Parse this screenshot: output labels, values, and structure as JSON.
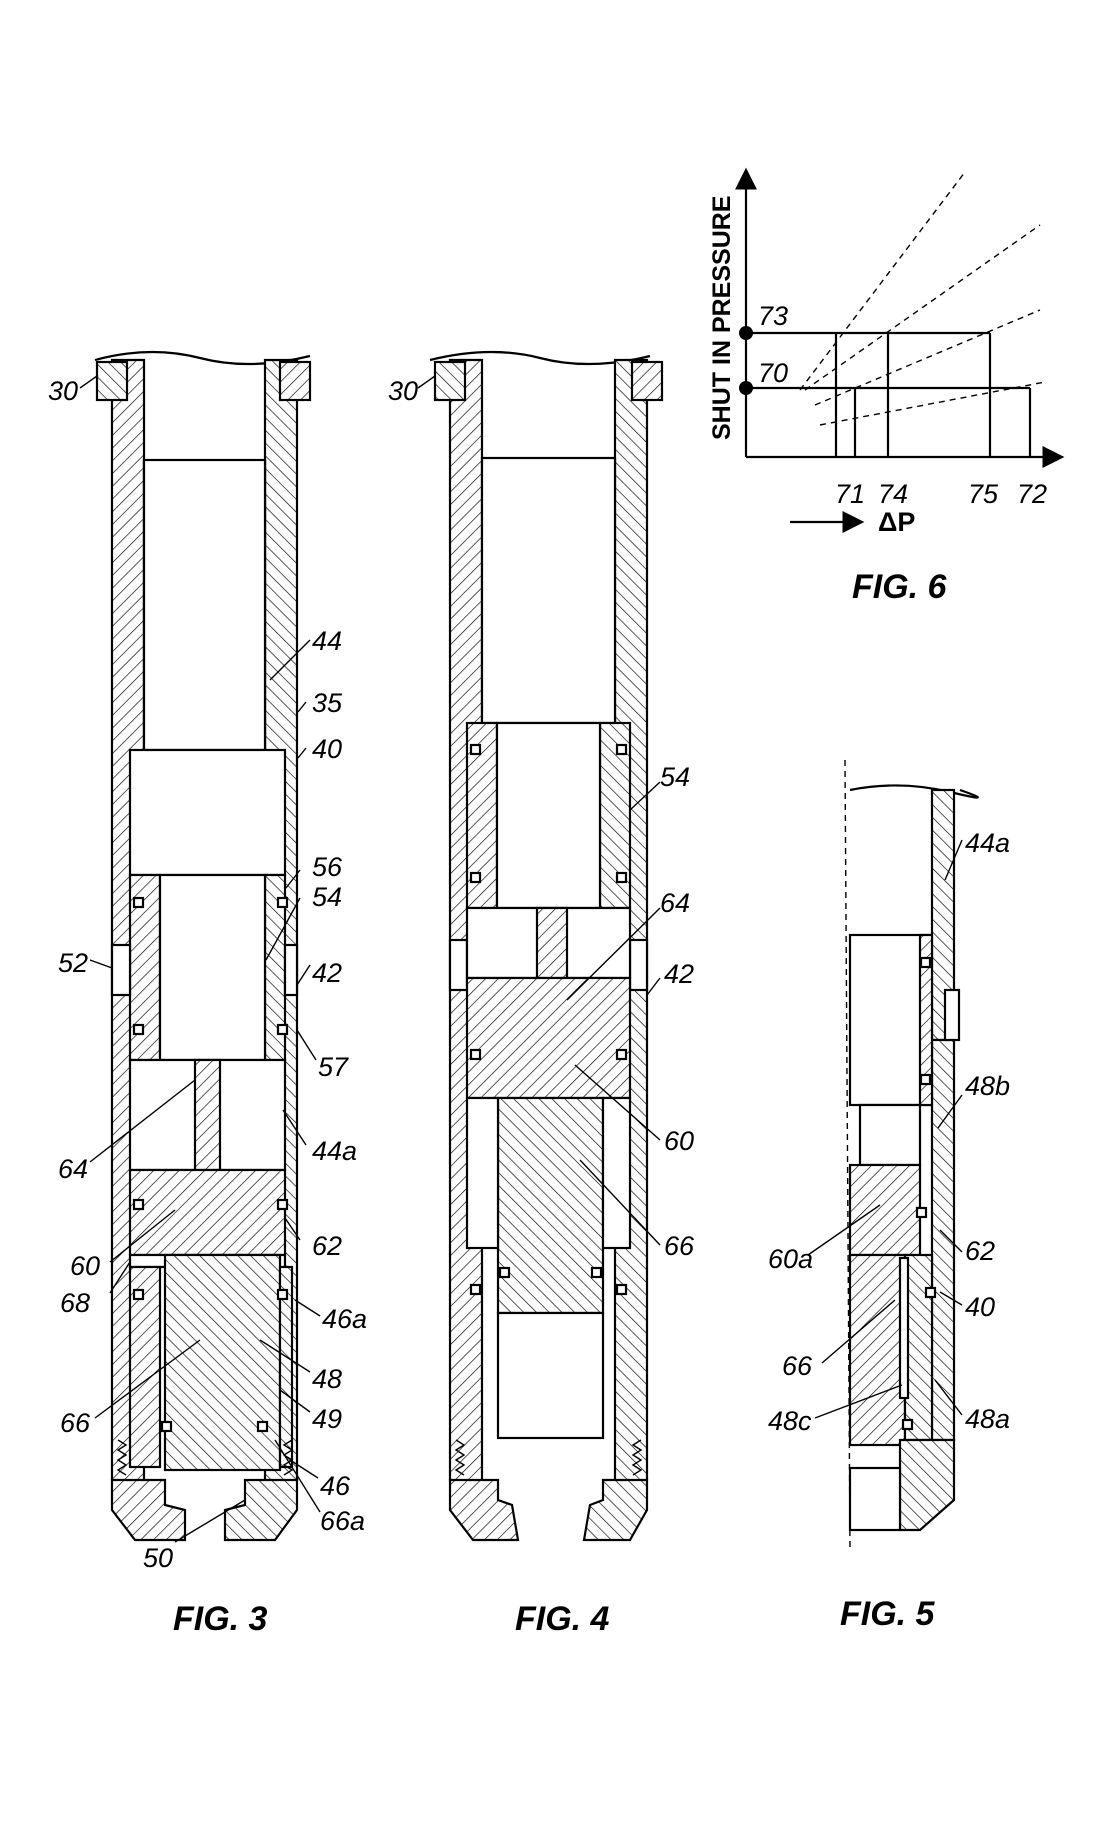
{
  "figures": {
    "fig3": "FIG. 3",
    "fig4": "FIG. 4",
    "fig5": "FIG. 5",
    "fig6": "FIG. 6"
  },
  "fig3_labels": {
    "r30": "30",
    "r44": "44",
    "r35": "35",
    "r40": "40",
    "r56": "56",
    "r54": "54",
    "r52": "52",
    "r42": "42",
    "r57": "57",
    "r64": "64",
    "r44a": "44a",
    "r60": "60",
    "r62": "62",
    "r68": "68",
    "r46a": "46a",
    "r48": "48",
    "r49": "49",
    "r66": "66",
    "r46": "46",
    "r66a": "66a",
    "r50": "50"
  },
  "fig4_labels": {
    "r30": "30",
    "r54": "54",
    "r64": "64",
    "r42": "42",
    "r60": "60",
    "r66": "66"
  },
  "fig5_labels": {
    "r44a": "44a",
    "r48b": "48b",
    "r60a": "60a",
    "r62": "62",
    "r40": "40",
    "r66": "66",
    "r48c": "48c",
    "r48a": "48a"
  },
  "fig6": {
    "y_axis_title": "SHUT IN PRESSURE",
    "x_axis_title": "ΔP",
    "y_points": [
      "73",
      "70"
    ],
    "x_ticks": [
      "71",
      "74",
      "75",
      "72"
    ]
  }
}
